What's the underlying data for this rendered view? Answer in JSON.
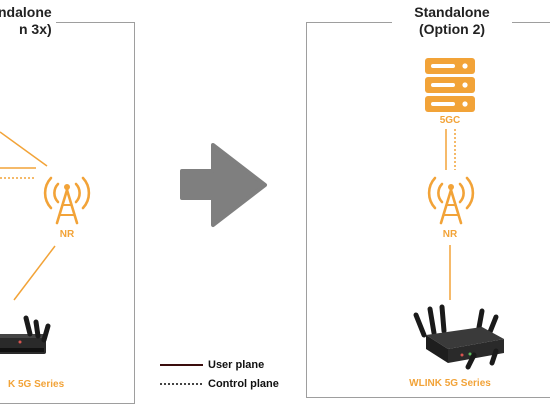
{
  "left_panel": {
    "title_line1": "ndalone",
    "title_line2": "n 3x)",
    "nr_label": "NR",
    "device_label": "K 5G Series"
  },
  "right_panel": {
    "title_line1": "Standalone",
    "title_line2": "(Option 2)",
    "core_label": "5GC",
    "nr_label": "NR",
    "device_label": "WLINK 5G Series"
  },
  "legend": {
    "user_plane": "User plane",
    "control_plane": "Control plane"
  },
  "colors": {
    "accent": "#f2a338",
    "arrow": "#7f7f7f",
    "panel_border": "#9e9e9e",
    "user_plane_line": "#3a0d0d",
    "control_plane_line": "#444444"
  },
  "icons": [
    "server-icon",
    "antenna-icon",
    "router-icon",
    "arrow-right-icon"
  ]
}
